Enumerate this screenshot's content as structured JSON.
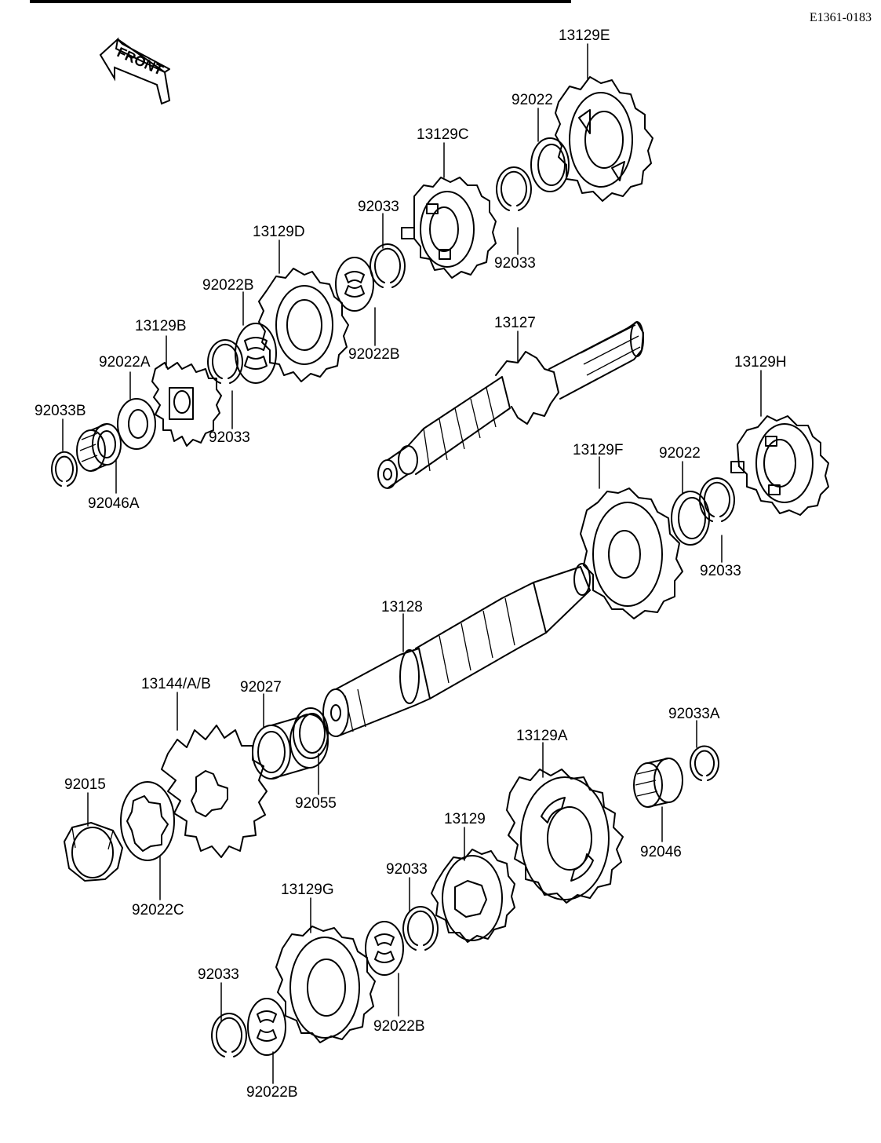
{
  "diagram_code": "E1361-0183",
  "front_arrow": {
    "label": "FRONT",
    "icon": "front-arrow-icon"
  },
  "labels": {
    "p13129E": "13129E",
    "p92022_top": "92022",
    "p13129C": "13129C",
    "p92033_a": "92033",
    "p92033_b": "92033",
    "p13129D": "13129D",
    "p92022B_a": "92022B",
    "p92022B_b": "92022B",
    "p13129B": "13129B",
    "p92022A": "92022A",
    "p92033_c": "92033",
    "p92033B": "92033B",
    "p92046A": "92046A",
    "p13127": "13127",
    "p13129H": "13129H",
    "p13129F": "13129F",
    "p92022_mid": "92022",
    "p92033_d": "92033",
    "p13128": "13128",
    "p13144AB": "13144/A/B",
    "p92027": "92027",
    "p92055": "92055",
    "p92033A": "92033A",
    "p13129A": "13129A",
    "p92015": "92015",
    "p92022C": "92022C",
    "p13129": "13129",
    "p92046": "92046",
    "p92033_e": "92033",
    "p13129G": "13129G",
    "p92033_f": "92033",
    "p92022B_c": "92022B",
    "p92022B_d": "92022B"
  }
}
